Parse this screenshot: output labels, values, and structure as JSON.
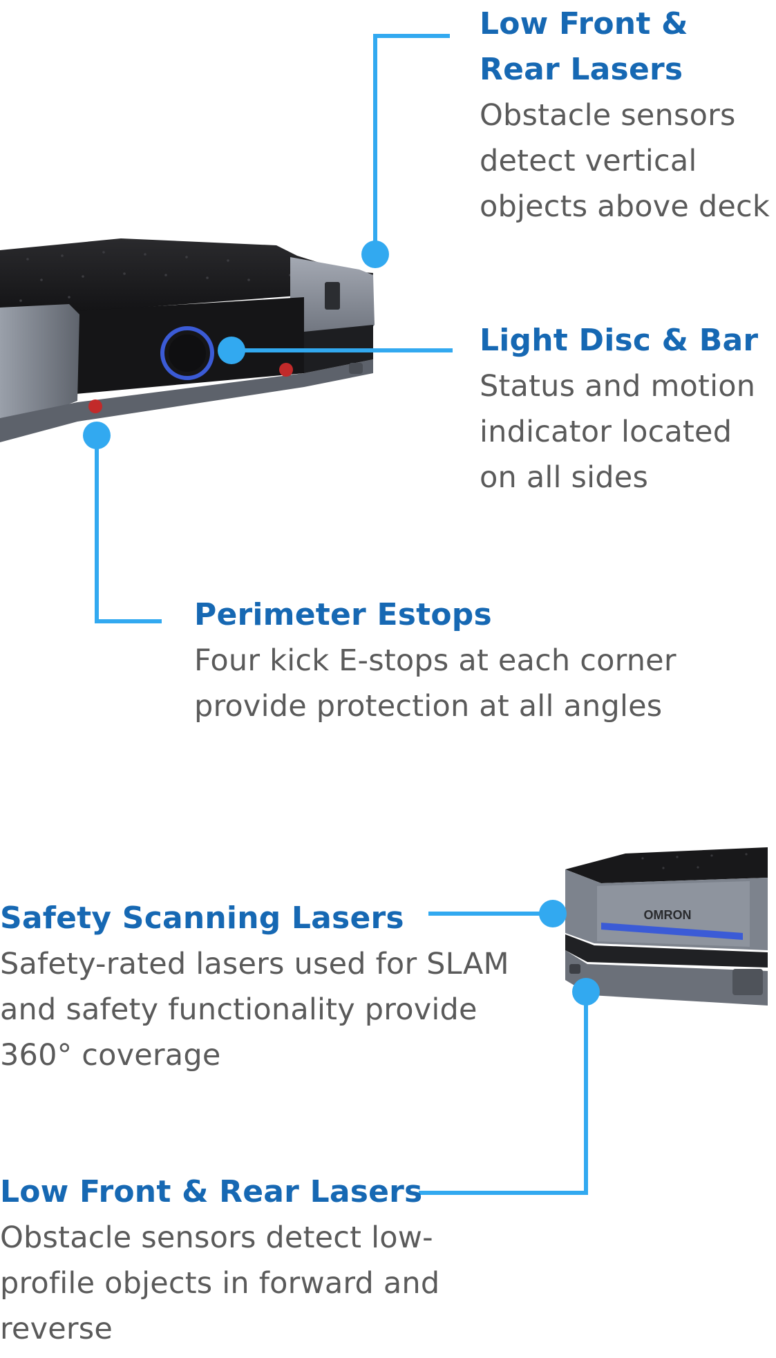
{
  "colors": {
    "heading": "#1668b3",
    "body": "#5a5a5a",
    "leader": "#32a9f0",
    "robot_body": "#1c1c1e",
    "robot_bumper": "#8a8f99",
    "light_ring": "#3b5bd6",
    "estop": "#c22a2a"
  },
  "robot_logo": "OMRON",
  "callouts": [
    {
      "title": "Low Front & Rear Lasers",
      "lines": [
        "Obstacle sensors",
        "detect vertical",
        "objects above deck"
      ]
    },
    {
      "title": "Light Disc & Bar",
      "lines": [
        "Status and motion",
        "indicator located",
        "on all sides"
      ]
    },
    {
      "title": "Perimeter Estops",
      "lines": [
        "Four kick E-stops at each corner",
        "provide protection at all angles"
      ]
    },
    {
      "title": "Safety Scanning Lasers",
      "lines": [
        "Safety-rated lasers used for SLAM",
        "and safety functionality provide",
        "360° coverage"
      ]
    },
    {
      "title": "Low Front & Rear Lasers",
      "lines": [
        "Obstacle sensors detect low-",
        "profile objects in forward and",
        "reverse"
      ]
    }
  ],
  "icons": [
    "robot-front-view-image",
    "robot-side-view-image",
    "leader-dot-icon"
  ]
}
